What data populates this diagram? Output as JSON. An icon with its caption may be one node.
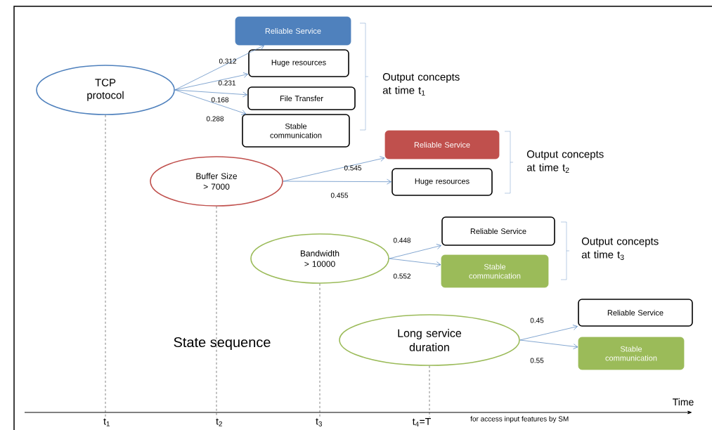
{
  "diagram": {
    "nodes": [
      {
        "text": [
          "TCP protocol"
        ]
      },
      {
        "text": [
          "Reliable Service"
        ]
      },
      {
        "text": [
          "Huge resources"
        ]
      },
      {
        "text": [
          "File Transfer"
        ]
      },
      {
        "text": [
          "Stable communication"
        ]
      },
      {
        "text": [
          "Buffer Size > 7000"
        ]
      },
      {
        "text": [
          "Reliable Service"
        ]
      },
      {
        "text": [
          "Huge resources"
        ]
      },
      {
        "text": [
          "Bandwidth > 10000"
        ]
      },
      {
        "text": [
          "Reliable Service"
        ]
      },
      {
        "text": [
          "Stable communication"
        ]
      },
      {
        "text": [
          "Long service duration"
        ]
      },
      {
        "text": [
          "Reliable Service"
        ]
      },
      {
        "text": [
          "Stable communication"
        ]
      },
      {
        "text": [
          "t$_{1}$"
        ]
      },
      {
        "text": [
          "t$_{2}$"
        ]
      },
      {
        "text": [
          "t$_{3}$"
        ]
      },
      {
        "text": [
          "t$_{4}$=T"
        ]
      }
    ],
    "edges": [
      {
        "from": 0,
        "to": 1,
        "arrow": "to",
        "label": "0.312"
      },
      {
        "from": 0,
        "to": 2,
        "arrow": "to",
        "label": "0.231"
      },
      {
        "from": 0,
        "to": 3,
        "arrow": "to",
        "label": "0.168"
      },
      {
        "from": 0,
        "to": 4,
        "arrow": "to",
        "label": "0.288"
      },
      {
        "from": 5,
        "to": 6,
        "arrow": "to",
        "label": "0.545"
      },
      {
        "from": 5,
        "to": 7,
        "arrow": "to",
        "label": "0.455"
      },
      {
        "from": 8,
        "to": 9,
        "arrow": "to",
        "label": "0.448"
      },
      {
        "from": 8,
        "to": 10,
        "arrow": "to",
        "label": "0.552"
      },
      {
        "from": 11,
        "to": 12,
        "arrow": "to",
        "label": "0.45"
      },
      {
        "from": 11,
        "to": 13,
        "arrow": "to",
        "label": "0.55"
      },
      {
        "from": 0,
        "to": 14,
        "arrow": "none",
        "style": "dashed",
        "color": "#000000"
      },
      {
        "from": 5,
        "to": 15,
        "arrow": "none",
        "style": "dashed",
        "color": "#000000"
      },
      {
        "from": 8,
        "to": 16,
        "arrow": "none",
        "style": "dashed",
        "color": "#000000"
      },
      {
        "from": 11,
        "to": 17,
        "arrow": "none",
        "style": "dashed",
        "color": "#000000"
      }
    ],
    "labels": [
      "Output concepts at time t$_{1}$",
      "Output concepts at time t$_{2}$",
      "Output concepts at time t$_{3}$",
      "State sequence",
      "Time",
      "for access input features by SM"
    ]
  }
}
